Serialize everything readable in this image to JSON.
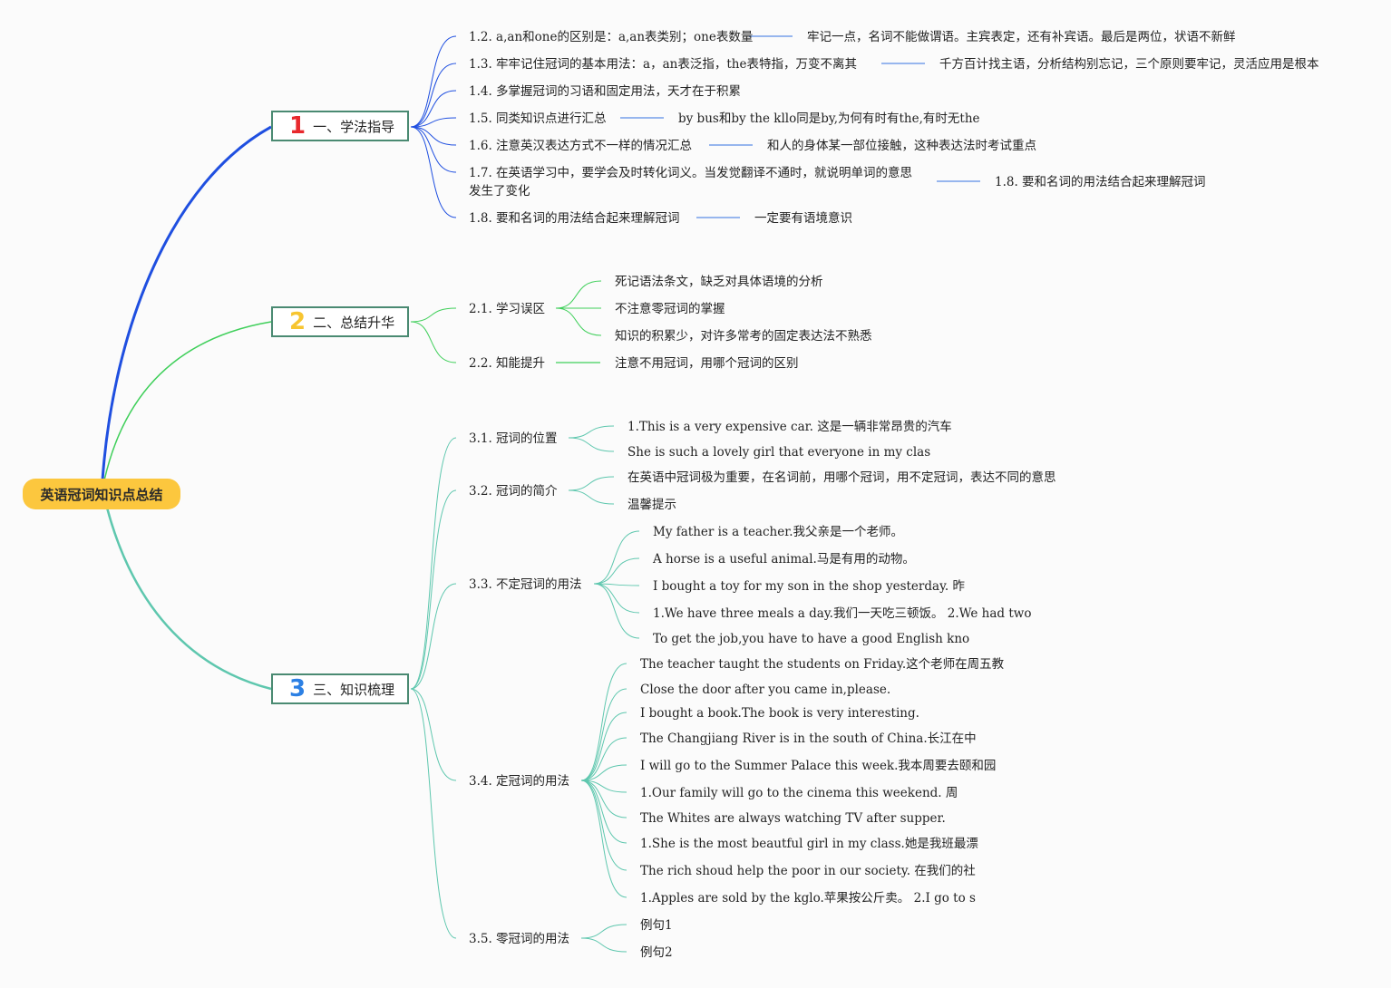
{
  "root": "英语冠词知识点总结",
  "colors": {
    "b1": "#1f4fe0",
    "b2": "#3fcf5a",
    "b3": "#5ec7ae",
    "num1": "#e8292d",
    "num2": "#f7c531",
    "num3": "#2c80e4",
    "root": "#fcc73e"
  },
  "branches": [
    {
      "num": "1",
      "label": "一、学法指导"
    },
    {
      "num": "2",
      "label": "二、总结升华"
    },
    {
      "num": "3",
      "label": "三、知识梳理"
    }
  ],
  "b1": {
    "items": [
      "1.2. a,an和one的区别是：a,an表类别；one表数量",
      "1.3. 牢牢记住冠词的基本用法：a，an表泛指，the表特指，万变不离其",
      "1.4. 多掌握冠词的习语和固定用法，天才在于积累",
      "1.5. 同类知识点进行汇总",
      "1.6. 注意英汉表达方式不一样的情况汇总",
      "1.7. 在英语学习中，要学会及时转化词义。当发觉翻译不通时，就说明单词的意思发生了变化",
      "1.8. 要和名词的用法结合起来理解冠词"
    ],
    "notes": [
      "牢记一点，名词不能做谓语。主宾表定，还有补宾语。最后是两位，状语不新鲜",
      "千方百计找主语，分析结构别忘记，三个原则要牢记，灵活应用是根本",
      "by bus和by the kllo同是by,为何有时有the,有时无the",
      "和人的身体某一部位接触，这种表达法时考试重点",
      "1.8. 要和名词的用法结合起来理解冠词",
      "一定要有语境意识"
    ]
  },
  "b2": {
    "items": [
      "2.1. 学习误区",
      "2.2. 知能提升"
    ],
    "sub1": [
      "死记语法条文，缺乏对具体语境的分析",
      "不注意零冠词的掌握",
      "知识的积累少，对许多常考的固定表达法不熟悉"
    ],
    "sub2": [
      "注意不用冠词，用哪个冠词的区别"
    ]
  },
  "b3": {
    "items": [
      "3.1. 冠词的位置",
      "3.2. 冠词的简介",
      "3.3. 不定冠词的用法",
      "3.4. 定冠词的用法",
      "3.5. 零冠词的用法"
    ],
    "s1": [
      "1.This is a very expensive car. 这是一辆非常昂贵的汽车",
      "She is such a lovely girl that everyone in my clas"
    ],
    "s2": [
      "在英语中冠词极为重要，在名词前，用哪个冠词，用不定冠词，表达不同的意思",
      "温馨提示"
    ],
    "s3": [
      "My father is a teacher.我父亲是一个老师。",
      "A horse is a useful animal.马是有用的动物。",
      "I bought a toy for my son in the shop yesterday. 昨",
      "1.We have three meals a day.我们一天吃三顿饭。 2.We had two",
      "To get the job,you have to have a good English kno"
    ],
    "s4": [
      "The teacher taught the students on Friday.这个老师在周五教",
      "Close the door after you came in,please.",
      "I bought a book.The book is very interesting.",
      "The Changjiang River is in the south of China.长江在中",
      "I will go to the Summer Palace this week.我本周要去颐和园",
      "1.Our family will go to the cinema this weekend. 周",
      "The Whites are always watching TV after supper.",
      "1.She is the most beautful girl in my class.她是我班最漂",
      "The rich shoud help the poor in our society. 在我们的社",
      "1.Apples are sold by the kglo.苹果按公斤卖。 2.I go to s"
    ],
    "s5": [
      "例句1",
      "例句2"
    ]
  }
}
